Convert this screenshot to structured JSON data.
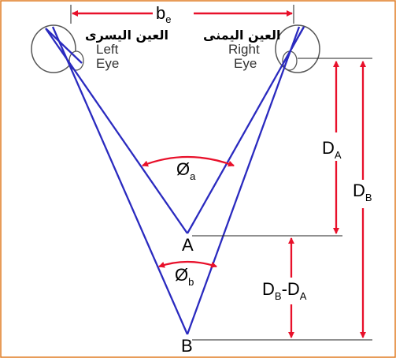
{
  "labels": {
    "baseline_main": "b",
    "baseline_sub": "e",
    "arabic_left_eye": "العين اليسرى",
    "arabic_right_eye": "العين اليمنى",
    "left_eye_1": "Left",
    "left_eye_2": "Eye",
    "right_eye_1": "Right",
    "right_eye_2": "Eye",
    "angle_a_main": "Ø",
    "angle_a_sub": "a",
    "angle_b_main": "Ø",
    "angle_b_sub": "b",
    "point_a": "A",
    "point_b": "B",
    "da_main": "D",
    "da_sub": "A",
    "db_main": "D",
    "db_sub": "B",
    "diff_d1": "D",
    "diff_s1": "B",
    "diff_mid": "-D",
    "diff_s2": "A"
  },
  "colors": {
    "frame": "#e07b22",
    "lines": "#2a2abf",
    "arrows": "#e8102a",
    "eye": "#555555"
  }
}
